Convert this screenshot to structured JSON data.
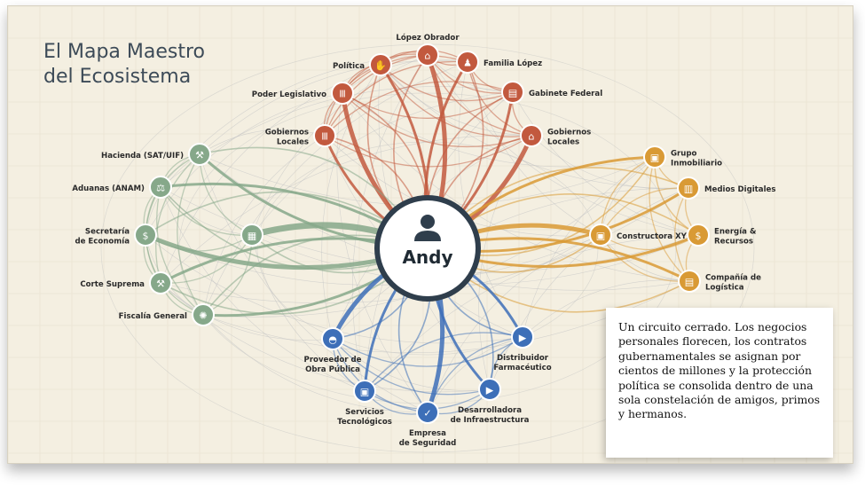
{
  "title": {
    "line1": "El Mapa Maestro",
    "line2": "del Ecosistema"
  },
  "center": {
    "name": "Andy"
  },
  "colors": {
    "red": "#c2593e",
    "green": "#86a88a",
    "orange": "#d99a35",
    "blue": "#3d6fb8",
    "navy": "#2f3e4c",
    "bg": "#f4efe1"
  },
  "nodes": [
    {
      "id": "lopez-obrador",
      "label": [
        "López Obrador"
      ],
      "group": "red",
      "icon": "capitol-icon"
    },
    {
      "id": "familia-lopez",
      "label": [
        "Familia López"
      ],
      "group": "red",
      "icon": "family-icon"
    },
    {
      "id": "politica",
      "label": [
        "Política"
      ],
      "group": "red",
      "icon": "handshake-icon"
    },
    {
      "id": "poder-legislativo",
      "label": [
        "Poder Legislativo"
      ],
      "group": "red",
      "icon": "legislature-icon"
    },
    {
      "id": "gabinete-federal",
      "label": [
        "Gabinete Federal"
      ],
      "group": "red",
      "icon": "cabinet-icon"
    },
    {
      "id": "gobiernos-locales-left",
      "label": [
        "Gobiernos",
        "Locales"
      ],
      "group": "red",
      "icon": "government-building-icon"
    },
    {
      "id": "gobiernos-locales-right",
      "label": [
        "Gobiernos",
        "Locales"
      ],
      "group": "red",
      "icon": "town-hall-icon"
    },
    {
      "id": "hacienda",
      "label": [
        "Hacienda (SAT/UIF)"
      ],
      "group": "green",
      "icon": "gavel-icon"
    },
    {
      "id": "aduanas",
      "label": [
        "Aduanas (ANAM)"
      ],
      "group": "green",
      "icon": "customs-icon"
    },
    {
      "id": "secretaria-economia",
      "label": [
        "Secretaría",
        "de Economía"
      ],
      "group": "green",
      "icon": "money-bag-icon"
    },
    {
      "id": "corte-suprema",
      "label": [
        "Corte Suprema"
      ],
      "group": "green",
      "icon": "gavel-icon"
    },
    {
      "id": "fiscalia-general",
      "label": [
        "Fiscalía General"
      ],
      "group": "green",
      "icon": "seal-icon"
    },
    {
      "id": "green-hub",
      "label": [],
      "group": "green",
      "icon": "document-icon"
    },
    {
      "id": "grupo-inmobiliario",
      "label": [
        "Grupo",
        "Inmobiliario"
      ],
      "group": "orange",
      "icon": "briefcase-icon"
    },
    {
      "id": "medios-digitales",
      "label": [
        "Medios Digitales"
      ],
      "group": "orange",
      "icon": "building-icon"
    },
    {
      "id": "constructora-xyz",
      "label": [
        "Constructora XYZ"
      ],
      "group": "orange",
      "icon": "briefcase-icon"
    },
    {
      "id": "energia-recursos",
      "label": [
        "Energía &",
        "Recursos"
      ],
      "group": "orange",
      "icon": "dollar-icon"
    },
    {
      "id": "compania-logistica",
      "label": [
        "Compañía de",
        "Logística"
      ],
      "group": "orange",
      "icon": "warehouse-icon"
    },
    {
      "id": "proveedor-obra",
      "label": [
        "Proveedor de",
        "Obra Pública"
      ],
      "group": "blue",
      "icon": "hard-hat-icon"
    },
    {
      "id": "distribuidor-farmaceutico",
      "label": [
        "Distribuidor",
        "Farmacéutico"
      ],
      "group": "blue",
      "icon": "truck-icon"
    },
    {
      "id": "servicios-tecnologicos",
      "label": [
        "Servicios",
        "Tecnológicos"
      ],
      "group": "blue",
      "icon": "chip-icon"
    },
    {
      "id": "empresa-seguridad",
      "label": [
        "Empresa",
        "de Seguridad"
      ],
      "group": "blue",
      "icon": "shield-icon"
    },
    {
      "id": "desarrolladora-infraestructura",
      "label": [
        "Desarrolladora",
        "de Infraestructura"
      ],
      "group": "blue",
      "icon": "truck-icon"
    }
  ],
  "caption": "Un circuito cerrado. Los negocios personales florecen, los contratos gubernamentales se asignan por cientos de millones y la protección política se consolida dentro de una sola constelación de amigos, primos y hermanos."
}
